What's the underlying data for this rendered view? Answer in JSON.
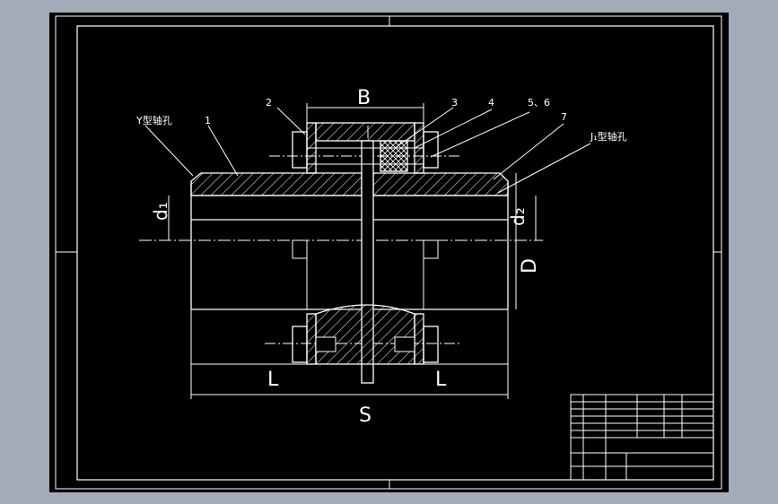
{
  "dimension_labels": {
    "B": "B",
    "S": "S",
    "L_left": "L",
    "L_right": "L",
    "D": "D",
    "d1": "d₁",
    "d2": "d₂"
  },
  "callouts": {
    "y_bore": "Y型轴孔",
    "j_bore": "J₁型轴孔",
    "n1": "1",
    "n2": "2",
    "n3": "3",
    "n4": "4",
    "n56": "5、6",
    "n7": "7"
  },
  "colors": {
    "background": "#000000",
    "lines": "#ffffff",
    "hatch": "#ffffff",
    "frame_outer": "#a3aab8"
  }
}
